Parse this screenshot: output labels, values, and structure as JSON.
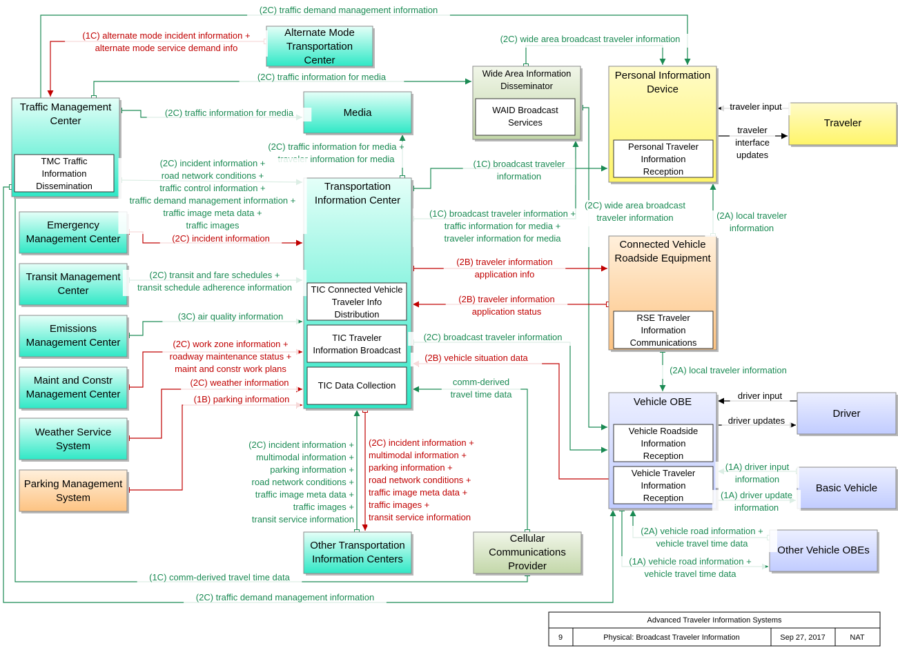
{
  "colors": {
    "cyan": "#2fe8c6",
    "cyan_light": "#e4fff8",
    "yellow": "#fff569",
    "yellow_light": "#fffbc8",
    "orange": "#fdc382",
    "orange_light": "#fff0dc",
    "blue": "#c1ccff",
    "blue_light": "#ecefff",
    "olive": "#c3d7a9",
    "olive_light": "#f1f6e9",
    "green_flow": "#1a8a53",
    "red_flow": "#c00000"
  },
  "nodes": {
    "alternate_mode": [
      "Alternate Mode",
      "Transportation",
      "Center"
    ],
    "traffic_mgmt": [
      "Traffic Management",
      "Center"
    ],
    "tmc_sub": [
      "TMC Traffic",
      "Information",
      "Dissemination"
    ],
    "media": [
      "Media"
    ],
    "waid": [
      "Wide Area Information",
      "Disseminator"
    ],
    "waid_sub": [
      "WAID Broadcast",
      "Services"
    ],
    "pid": [
      "Personal Information",
      "Device"
    ],
    "pid_sub": [
      "Personal Traveler",
      "Information",
      "Reception"
    ],
    "traveler": [
      "Traveler"
    ],
    "tic": [
      "Transportation",
      "Information Center"
    ],
    "tic_sub1": [
      "TIC Connected Vehicle",
      "Traveler Info",
      "Distribution"
    ],
    "tic_sub2": [
      "TIC Traveler",
      "Information Broadcast"
    ],
    "tic_sub3": [
      "TIC Data Collection"
    ],
    "emergency": [
      "Emergency",
      "Management Center"
    ],
    "transit": [
      "Transit Management",
      "Center"
    ],
    "emissions": [
      "Emissions",
      "Management Center"
    ],
    "maint": [
      "Maint and Constr",
      "Management Center"
    ],
    "weather": [
      "Weather Service",
      "System"
    ],
    "parking": [
      "Parking Management",
      "System"
    ],
    "cvrse": [
      "Connected Vehicle",
      "Roadside Equipment"
    ],
    "rse_sub": [
      "RSE Traveler",
      "Information",
      "Communications"
    ],
    "vobe": [
      "Vehicle OBE"
    ],
    "vobe_sub1": [
      "Vehicle Roadside",
      "Information",
      "Reception"
    ],
    "vobe_sub2": [
      "Vehicle Traveler",
      "Information",
      "Reception"
    ],
    "driver": [
      "Driver"
    ],
    "basic_vehicle": [
      "Basic Vehicle"
    ],
    "other_obes": [
      "Other Vehicle OBEs"
    ],
    "other_tic": [
      "Other Transportation",
      "Information Centers"
    ],
    "cellular": [
      "Cellular",
      "Communications",
      "Provider"
    ]
  },
  "labels": {
    "tdm_top": [
      "(2C) traffic demand management information"
    ],
    "alt_mode": [
      "(1C) alternate mode incident information +",
      "alternate mode service demand info"
    ],
    "wide_area_broadcast": [
      "(2C) wide area broadcast traveler information"
    ],
    "tim_top": [
      "(2C) traffic information for media"
    ],
    "tim_mid": [
      "(2C) traffic information for media"
    ],
    "tim_tic": [
      "(2C) traffic information for media +",
      "traveler information for media"
    ],
    "traveler_input": [
      "traveler input"
    ],
    "traveler_updates": [
      "traveler",
      "interface",
      "updates"
    ],
    "tmc_to_tic": [
      "(2C) incident information +",
      "road network conditions +",
      "traffic control information +",
      "traffic demand management information +",
      "traffic image meta data +",
      "traffic images"
    ],
    "broadcast_pid": [
      "(1C) broadcast traveler",
      "information"
    ],
    "broadcast_waid": [
      "(1C) broadcast traveler information +",
      "traffic information for media +",
      "traveler information for media"
    ],
    "wide_area_rse": [
      "(2C) wide area broadcast",
      "traveler information"
    ],
    "local_traveler_pid": [
      "(2A) local traveler",
      "information"
    ],
    "emergency_flow": [
      "(2C) incident information"
    ],
    "transit_flow": [
      "(2C) transit and fare schedules +",
      "transit schedule adherence information"
    ],
    "app_info": [
      "(2B) traveler information",
      "application info"
    ],
    "app_status": [
      "(2B) traveler information",
      "application status"
    ],
    "air_quality": [
      "(3C) air quality information"
    ],
    "work_zone": [
      "(2C) work zone information +",
      "roadway maintenance status +",
      "maint and constr work plans"
    ],
    "broadcast_vobe": [
      "(2C) broadcast traveler information"
    ],
    "vehicle_situation": [
      "(2B) vehicle situation data"
    ],
    "local_traveler_vobe": [
      "(2A) local traveler information"
    ],
    "weather_flow": [
      "(2C) weather information"
    ],
    "comm_derived_tic": [
      "comm-derived",
      "travel time data"
    ],
    "parking_flow": [
      "(1B) parking information"
    ],
    "driver_input": [
      "driver input"
    ],
    "driver_updates": [
      "driver updates"
    ],
    "other_tic_up": [
      "(2C) incident information +",
      "multimodal information +",
      "parking information +",
      "road network conditions +",
      "traffic image meta data +",
      "traffic images +",
      "transit service information"
    ],
    "other_tic_down": [
      "(2C) incident information +",
      "multimodal information +",
      "parking information +",
      "road network conditions +",
      "traffic image meta data +",
      "traffic images +",
      "transit service information"
    ],
    "driver_input_bv": [
      "(1A) driver input",
      "information"
    ],
    "driver_update_bv": [
      "(1A) driver update",
      "information"
    ],
    "vehicle_road_2a": [
      "(2A) vehicle road information +",
      "vehicle travel time data"
    ],
    "vehicle_road_1a": [
      "(1A) vehicle road information +",
      "vehicle travel time data"
    ],
    "comm_derived_tmc": [
      "(1C) comm-derived travel time data"
    ],
    "tdm_bottom": [
      "(2C) traffic demand management information"
    ]
  },
  "footer": {
    "title": "Advanced Traveler Information Systems",
    "number": "9",
    "subtitle": "Physical: Broadcast Traveler Information",
    "date": "Sep 27, 2017",
    "owner": "NAT"
  }
}
